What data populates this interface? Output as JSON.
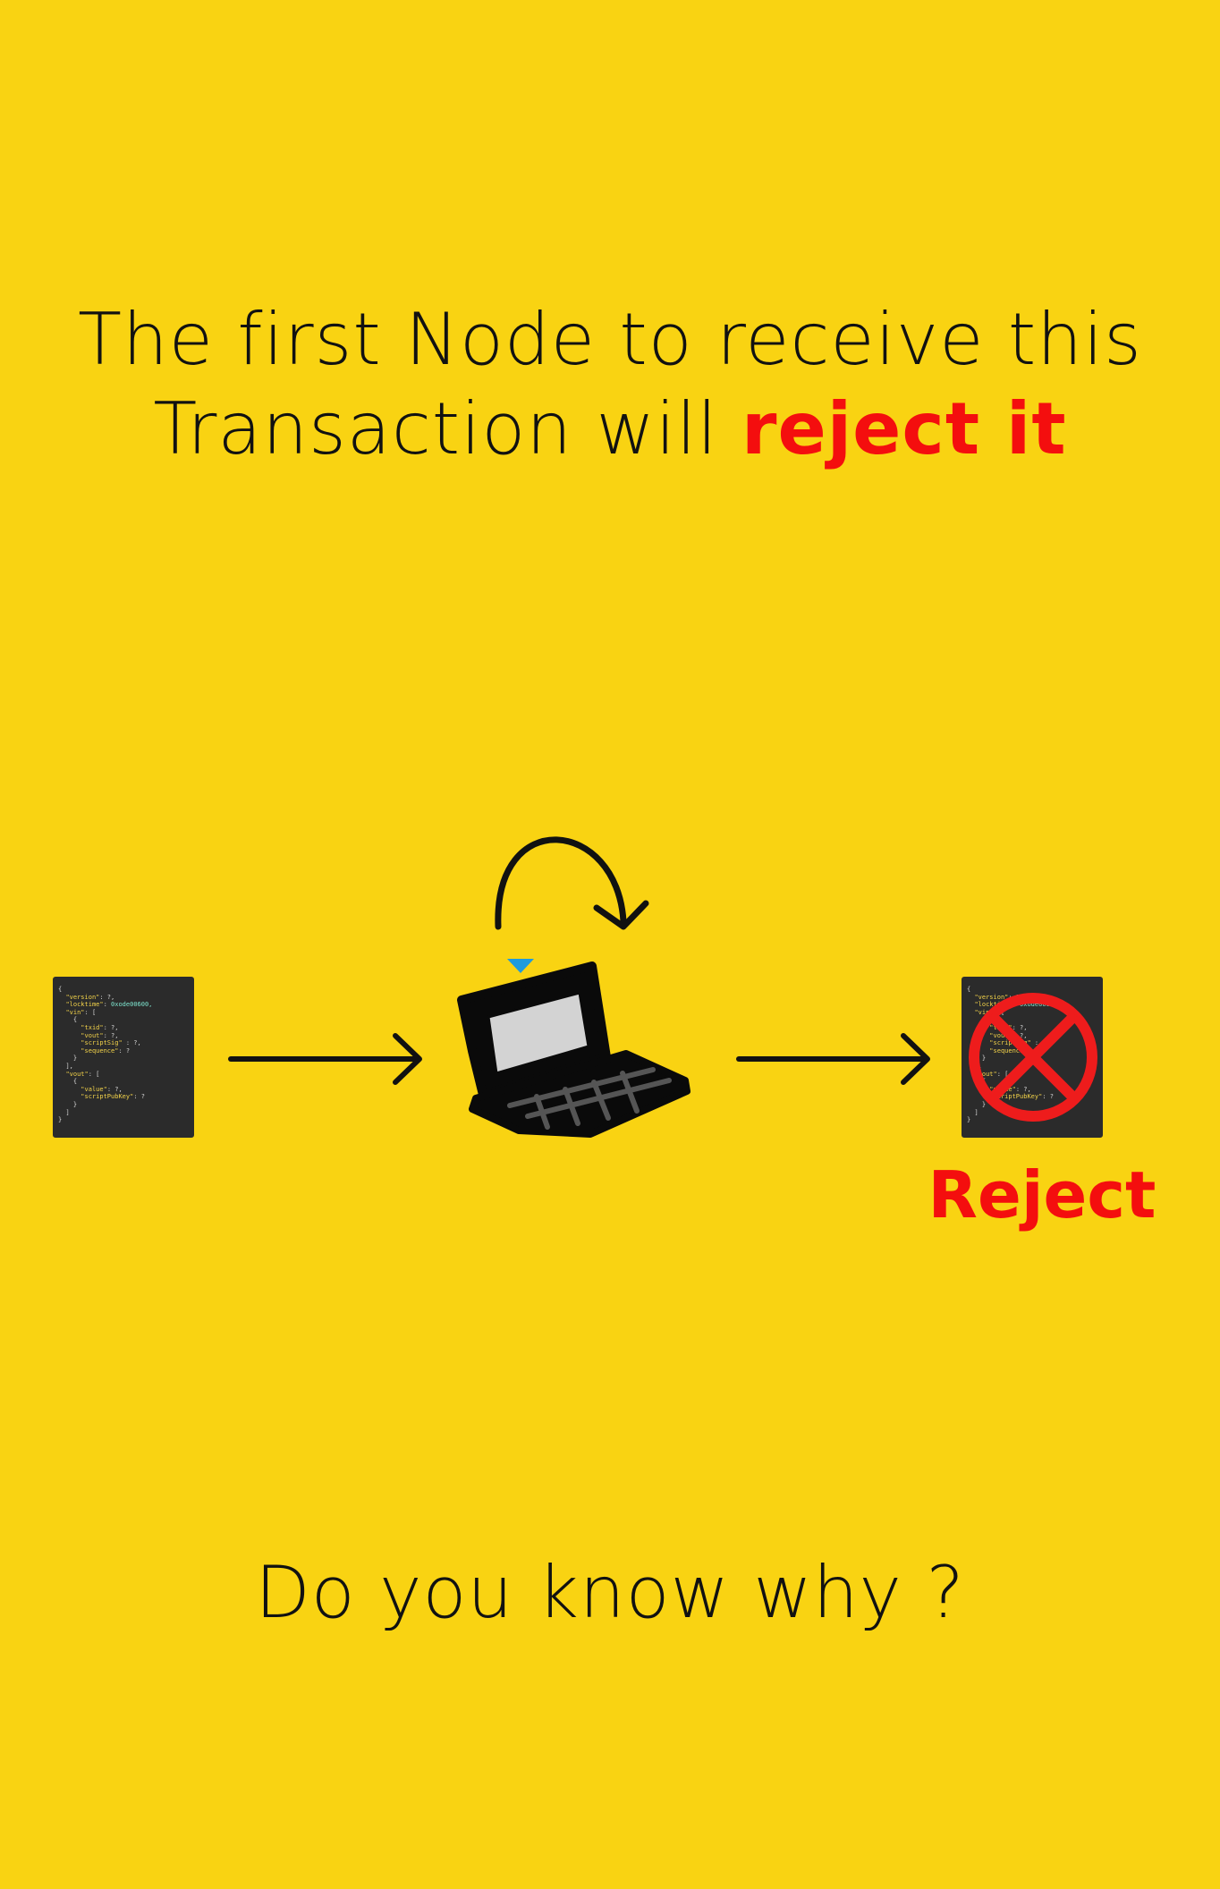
{
  "heading": {
    "line1": "The first Node to receive this",
    "line2_prefix": "Transaction will ",
    "line2_highlight": "reject it"
  },
  "transaction_code": [
    {
      "text": "{"
    },
    {
      "indent": 1,
      "key": "\"version\"",
      "rest": ": ?,"
    },
    {
      "indent": 1,
      "key": "\"locktime\"",
      "rest": ": ",
      "val": "0xode00600,"
    },
    {
      "indent": 1,
      "key": "\"vin\"",
      "rest": ": ["
    },
    {
      "indent": 2,
      "text": "{"
    },
    {
      "indent": 3,
      "key": "\"txid\"",
      "rest": ": ?,"
    },
    {
      "indent": 3,
      "key": "\"vout\"",
      "rest": ": ?,"
    },
    {
      "indent": 3,
      "key": "\"scriptSig\"",
      "rest": " : ?,"
    },
    {
      "indent": 3,
      "key": "\"sequence\"",
      "rest": ": ?"
    },
    {
      "indent": 2,
      "text": "}"
    },
    {
      "indent": 1,
      "text": "],"
    },
    {
      "indent": 1,
      "key": "\"vout\"",
      "rest": ": ["
    },
    {
      "indent": 2,
      "text": "{"
    },
    {
      "indent": 3,
      "key": "\"value\"",
      "rest": ": ?,"
    },
    {
      "indent": 3,
      "key": "\"scriptPubKey\"",
      "rest": ": ?"
    },
    {
      "indent": 2,
      "text": "}"
    },
    {
      "indent": 1,
      "text": "]"
    },
    {
      "text": "}"
    }
  ],
  "reject_label": "Reject",
  "question": "Do you know why ?",
  "icons": {
    "node": "laptop-icon",
    "loop": "curved-arrow-icon",
    "reject": "cross-circle-icon"
  },
  "colors": {
    "background": "#F9D312",
    "highlight": "#F40E0E",
    "card": "#2B2B2B",
    "laptop_screen": "#D3D3D3",
    "indicator": "#1E9BDD"
  }
}
